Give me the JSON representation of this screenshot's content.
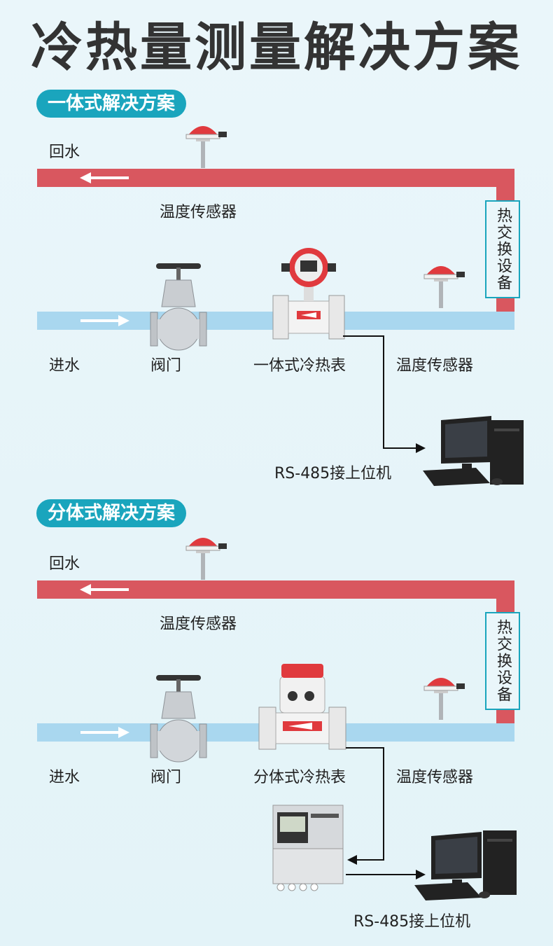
{
  "title": "冷热量测量解决方案",
  "colors": {
    "hot_pipe": "#d9575f",
    "cold_pipe": "#a9d7ef",
    "accent": "#1aa5bd"
  },
  "sections": [
    {
      "pill": "一体式解决方案",
      "return_water": "回水",
      "sensor_top": "温度传感器",
      "heat_exchanger": "热交换设备",
      "inlet": "进水",
      "valve": "阀门",
      "meter": "一体式冷热表",
      "sensor_bottom": "温度传感器",
      "computer": "RS-485接上位机"
    },
    {
      "pill": "分体式解决方案",
      "return_water": "回水",
      "sensor_top": "温度传感器",
      "heat_exchanger": "热交换设备",
      "inlet": "进水",
      "valve": "阀门",
      "meter": "分体式冷热表",
      "sensor_bottom": "温度传感器",
      "computer": "RS-485接上位机"
    }
  ]
}
